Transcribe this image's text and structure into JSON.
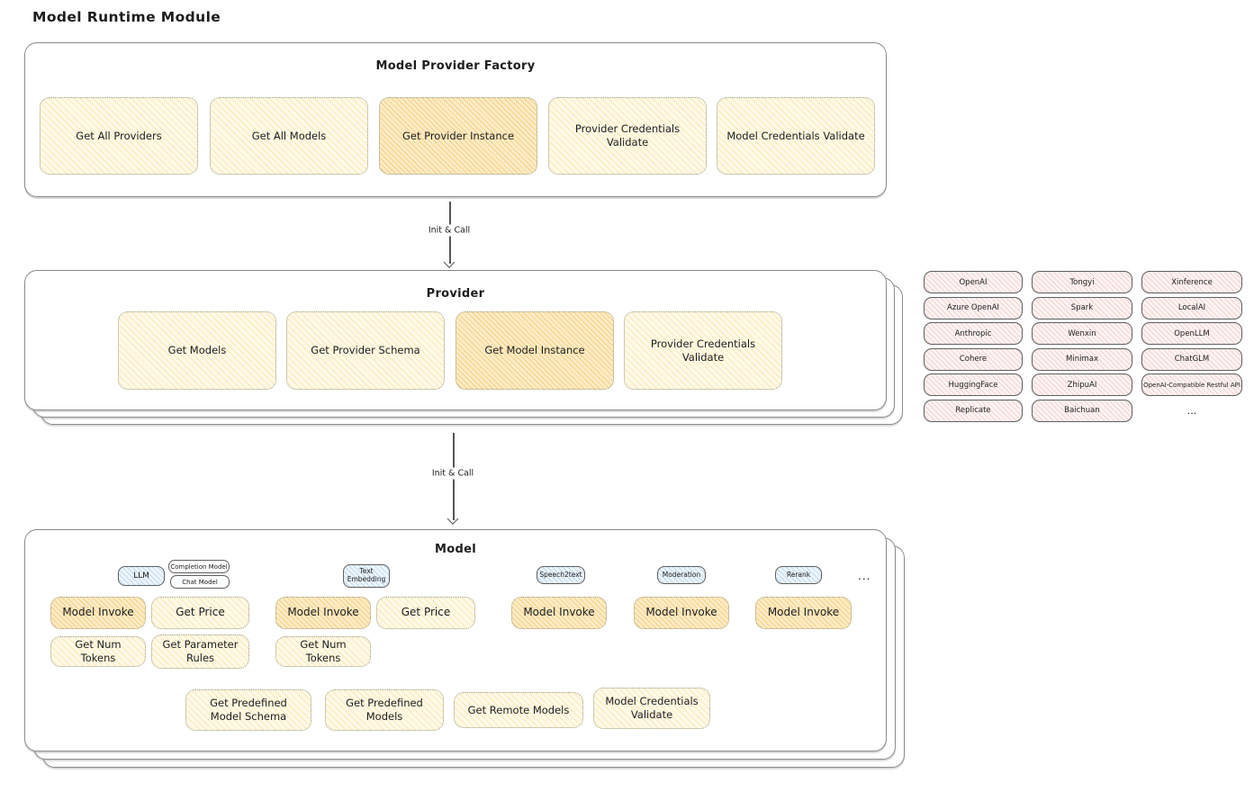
{
  "title": "Model Runtime Module",
  "arrows": {
    "init_call_1": "Init & Call",
    "init_call_2": "Init & Call"
  },
  "factory": {
    "title": "Model Provider Factory",
    "buttons": [
      {
        "label": "Get All Providers",
        "highlighted": false
      },
      {
        "label": "Get All Models",
        "highlighted": false
      },
      {
        "label": "Get Provider Instance",
        "highlighted": true
      },
      {
        "label": "Provider Credentials Validate",
        "highlighted": false
      },
      {
        "label": "Model Credentials Validate",
        "highlighted": false
      }
    ]
  },
  "provider": {
    "title": "Provider",
    "buttons": [
      {
        "label": "Get Models",
        "highlighted": false
      },
      {
        "label": "Get Provider Schema",
        "highlighted": false
      },
      {
        "label": "Get Model Instance",
        "highlighted": true
      },
      {
        "label": "Provider Credentials Validate",
        "highlighted": false
      }
    ]
  },
  "providers_grid": {
    "items": [
      "OpenAI",
      "Tongyi",
      "Xinference",
      "Azure OpenAI",
      "Spark",
      "LocalAI",
      "Anthropic",
      "Wenxin",
      "OpenLLM",
      "Cohere",
      "Minimax",
      "ChatGLM",
      "HuggingFace",
      "ZhipuAI",
      "OpenAI-Compatible Restful API",
      "Replicate",
      "Baichuan"
    ],
    "more": "..."
  },
  "model": {
    "title": "Model",
    "more": "...",
    "columns": [
      {
        "tab": "LLM",
        "subtabs": [
          "Completion Model",
          "Chat Model"
        ],
        "buttons": [
          {
            "label": "Model Invoke",
            "highlighted": true
          },
          {
            "label": "Get Price",
            "highlighted": false
          },
          {
            "label": "Get Num Tokens",
            "highlighted": false
          },
          {
            "label": "Get Parameter Rules",
            "highlighted": false
          }
        ]
      },
      {
        "tab": "Text Embedding",
        "buttons": [
          {
            "label": "Model Invoke",
            "highlighted": true
          },
          {
            "label": "Get Price",
            "highlighted": false
          },
          {
            "label": "Get Num Tokens",
            "highlighted": false
          }
        ]
      },
      {
        "tab": "Speech2text",
        "buttons": [
          {
            "label": "Model Invoke",
            "highlighted": true
          }
        ]
      },
      {
        "tab": "Moderation",
        "buttons": [
          {
            "label": "Model Invoke",
            "highlighted": true
          }
        ]
      },
      {
        "tab": "Rerank",
        "buttons": [
          {
            "label": "Model Invoke",
            "highlighted": true
          }
        ]
      }
    ],
    "bottom_buttons": [
      {
        "label": "Get Predefined Model Schema"
      },
      {
        "label": "Get Predefined Models"
      },
      {
        "label": "Get Remote Models"
      },
      {
        "label": "Model Credentials Validate"
      }
    ]
  },
  "colors": {
    "accent_yellow": "#fff9e6",
    "accent_orange": "#fcecc6",
    "accent_pink": "#fdf4f3",
    "accent_blue": "#edf5fc",
    "border_gray": "#8a8a8a",
    "ink": "#1d1d1d"
  }
}
